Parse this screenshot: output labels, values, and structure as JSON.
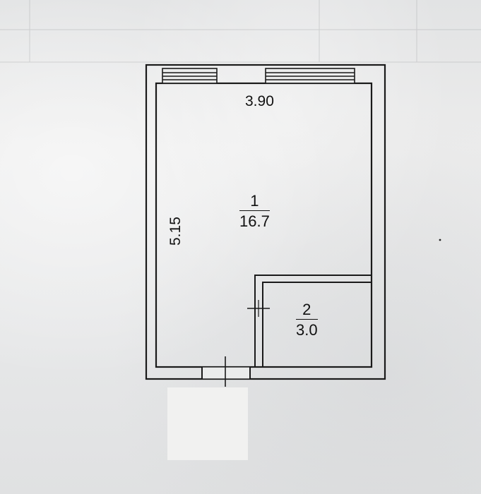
{
  "plan": {
    "dimensions": {
      "width": "3.90",
      "height": "5.15"
    },
    "rooms": [
      {
        "number": "1",
        "area": "16.7"
      },
      {
        "number": "2",
        "area": "3.0"
      }
    ]
  }
}
